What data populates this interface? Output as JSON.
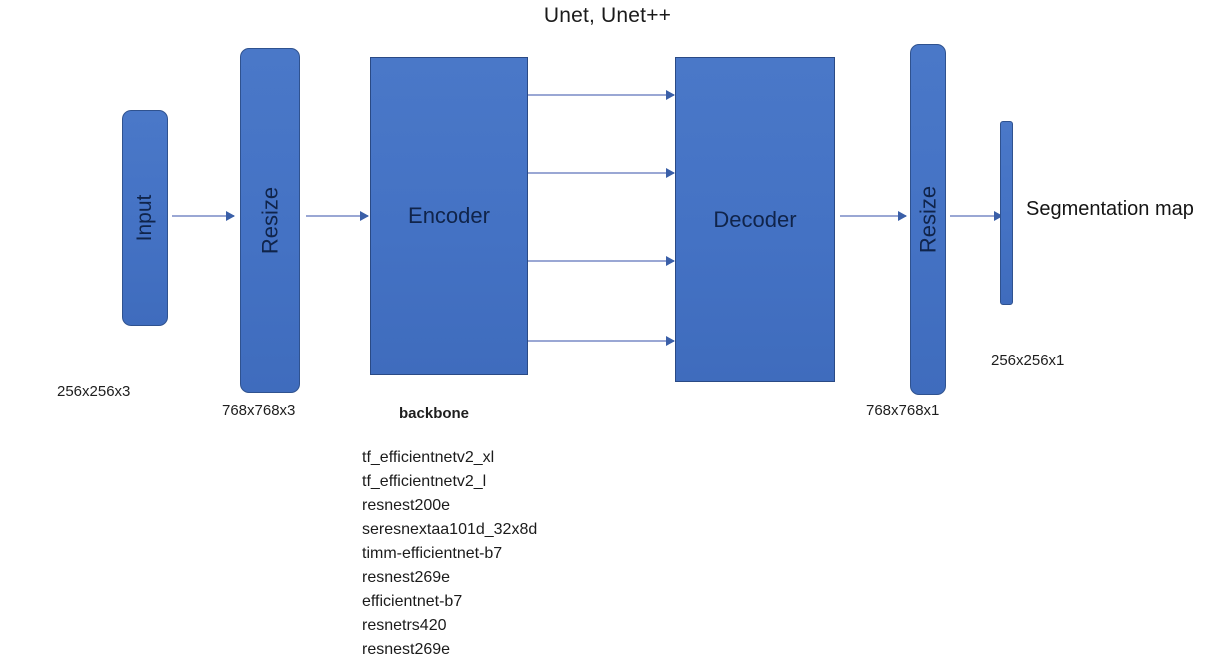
{
  "diagram": {
    "title": "Unet, Unet++",
    "nodes": {
      "input": {
        "label": "Input",
        "caption": "256x256x3"
      },
      "resize_in": {
        "label": "Resize",
        "caption": "768x768x3"
      },
      "encoder": {
        "label": "Encoder",
        "caption": "backbone"
      },
      "decoder": {
        "label": "Decoder"
      },
      "resize_out": {
        "label": "Resize",
        "caption": "768x768x1"
      },
      "output": {
        "label": "Segmentation map",
        "caption": "256x256x1"
      }
    },
    "backbones": [
      "tf_efficientnetv2_xl",
      "tf_efficientnetv2_l",
      "resnest200e",
      "seresnextaa101d_32x8d",
      "timm-efficientnet-b7",
      "resnest269e",
      "efficientnet-b7",
      "resnetrs420",
      "resnest269e"
    ],
    "colors": {
      "block_fill": "#4472c4",
      "block_stroke": "#2f528f",
      "arrow_line": "#9aa7d4",
      "arrow_head": "#3a5fa8",
      "text": "#1b1b1b",
      "block_text": "#10244a",
      "background": "#ffffff"
    }
  }
}
